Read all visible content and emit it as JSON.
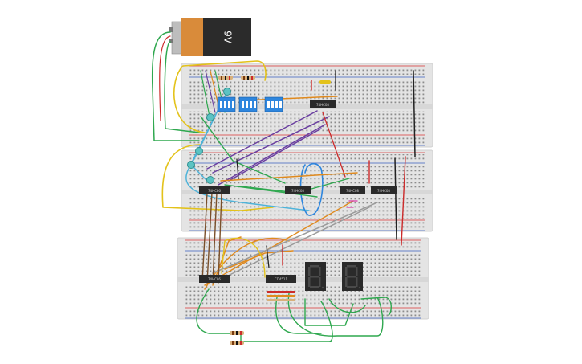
{
  "battery": {
    "label": "9V",
    "color_body": "#2b2b2b",
    "color_cap": "#d98b3a"
  },
  "chips": {
    "top_right": "74HC08",
    "mid_left": "74HC86",
    "mid_1": "74HC08",
    "mid_2": "74HC08",
    "mid_3": "74HC08",
    "bot_left": "74HC86",
    "bot_decoder": "CD4511"
  },
  "displays": [
    {
      "digit": "8"
    },
    {
      "digit": "8"
    }
  ],
  "colors": {
    "breadboard": "#e6e6e6",
    "rail_red": "#d93636",
    "rail_blue": "#3a5fbf",
    "dip_switch": "#2e86de",
    "wire_yellow": "#e3c21a",
    "wire_green": "#2fa84f",
    "wire_purple": "#6a3fa0",
    "wire_orange": "#e08a1e",
    "wire_cyan": "#4fb3d9",
    "wire_gray": "#9a9a9a",
    "wire_brown": "#7a4f2a",
    "wire_red": "#cc2b2b",
    "wire_black": "#222222"
  }
}
